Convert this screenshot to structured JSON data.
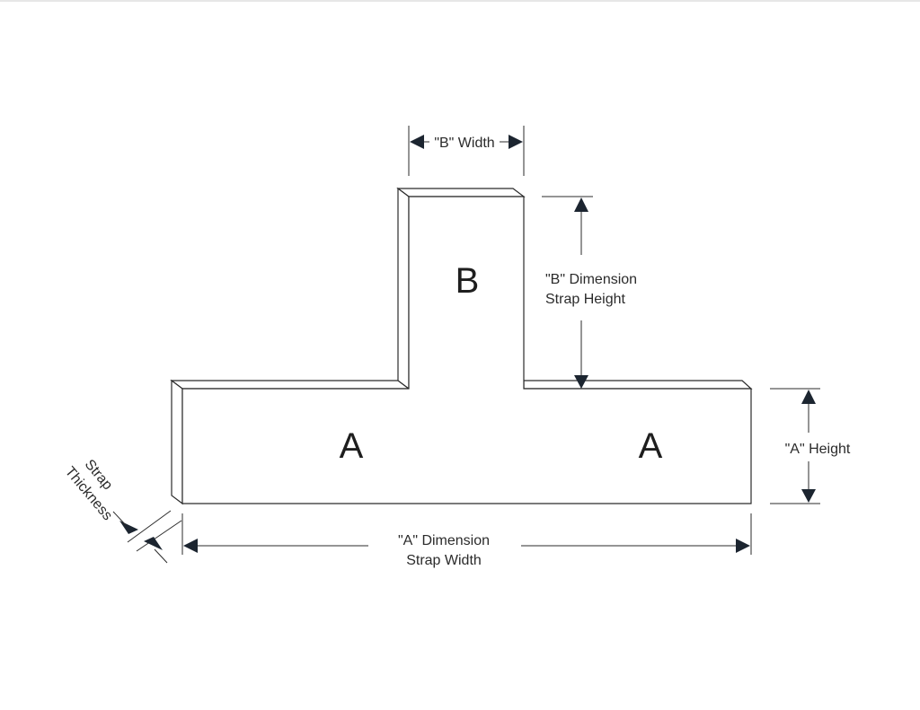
{
  "regions": {
    "b_label": "B",
    "a_left_label": "A",
    "a_right_label": "A"
  },
  "dimensions": {
    "b_width": "\"B\" Width",
    "b_dimension_line1": "\"B\" Dimension",
    "b_dimension_line2": "Strap Height",
    "a_height": "\"A\" Height",
    "a_dimension_line1": "\"A\" Dimension",
    "a_dimension_line2": "Strap Width",
    "strap_thickness_line1": "Strap",
    "strap_thickness_line2": "Thickness"
  },
  "colors": {
    "line": "#2b2b2b",
    "arrow": "#1c2530",
    "background": "#ffffff"
  }
}
